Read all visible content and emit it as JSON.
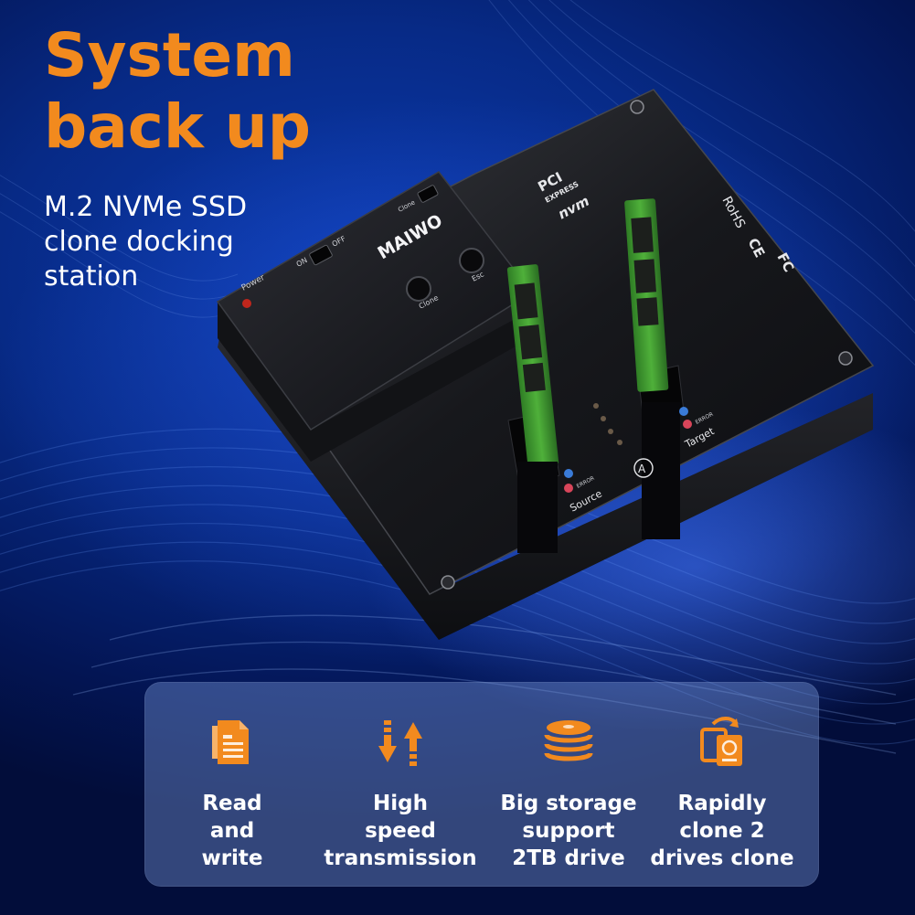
{
  "headline": {
    "line1": "System",
    "line2": "back up"
  },
  "subhead": {
    "line1": "M.2 NVMe SSD",
    "line2": "clone docking",
    "line3": "station"
  },
  "device": {
    "brand": "MAIWO",
    "power_label": "Power",
    "switch_on": "ON",
    "switch_off": "OFF",
    "clone_top": "Clone",
    "clone_button": "Clone",
    "esc_button": "Esc",
    "pcie_logo": "PCI",
    "pcie_express": "EXPRESS",
    "nvme_logo": "nvm",
    "rohs": "RoHS",
    "ce": "CE",
    "fc": "FC",
    "source_label": "Source",
    "target_label": "Target",
    "error_label": "ERROR",
    "slot_mark": "A",
    "colors": {
      "power_led": "#c0261c",
      "error_led": "#d8455a",
      "status_led": "#3a7bd8",
      "ssd_green": "#3f9b2f"
    }
  },
  "features": [
    {
      "icon": "document-icon",
      "lines": [
        "Read",
        "and",
        "write"
      ]
    },
    {
      "icon": "transfer-arrows-icon",
      "lines": [
        "High",
        "speed",
        "transmission"
      ]
    },
    {
      "icon": "disk-stack-icon",
      "lines": [
        "Big storage",
        "support",
        "2TB drive"
      ]
    },
    {
      "icon": "drive-clone-icon",
      "lines": [
        "Rapidly",
        "clone 2",
        "drives clone"
      ]
    }
  ],
  "colors": {
    "accent_orange": "#f28a1e",
    "background_blue": "#072a86"
  }
}
